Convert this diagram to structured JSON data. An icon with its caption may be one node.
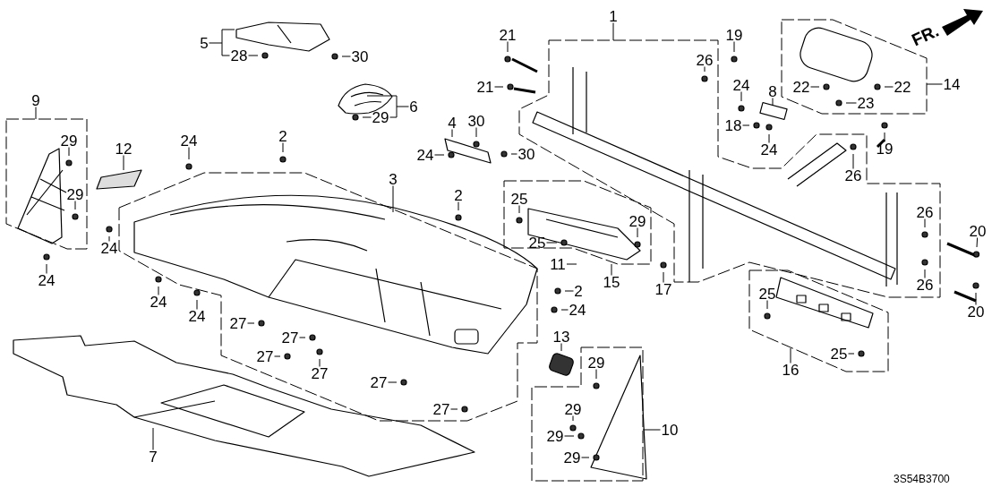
{
  "diagram": {
    "nodes": [
      {
        "text": [
          "1"
        ]
      },
      {
        "text": [
          "5"
        ]
      },
      {
        "text": [
          "19"
        ]
      },
      {
        "text": [
          "21"
        ]
      },
      {
        "text": [
          "30"
        ]
      },
      {
        "text": [
          "28"
        ]
      },
      {
        "text": [
          "26"
        ]
      },
      {
        "text": [
          "14"
        ]
      },
      {
        "text": [
          "24"
        ]
      },
      {
        "text": [
          "21"
        ]
      },
      {
        "text": [
          "22"
        ]
      },
      {
        "text": [
          "22"
        ]
      },
      {
        "text": [
          "8"
        ]
      },
      {
        "text": [
          "9"
        ]
      },
      {
        "text": [
          "23"
        ]
      },
      {
        "text": [
          "6"
        ]
      },
      {
        "text": [
          "29"
        ]
      },
      {
        "text": [
          "4"
        ]
      },
      {
        "text": [
          "30"
        ]
      },
      {
        "text": [
          "18"
        ]
      },
      {
        "text": [
          "2"
        ]
      },
      {
        "text": [
          "24"
        ]
      },
      {
        "text": [
          "29"
        ]
      },
      {
        "text": [
          "12"
        ]
      },
      {
        "text": [
          "19"
        ]
      },
      {
        "text": [
          "24"
        ]
      },
      {
        "text": [
          "24"
        ]
      },
      {
        "text": [
          "30"
        ]
      },
      {
        "text": [
          "26"
        ]
      },
      {
        "text": [
          "3"
        ]
      },
      {
        "text": [
          "2"
        ]
      },
      {
        "text": [
          "29"
        ]
      },
      {
        "text": [
          "25"
        ]
      },
      {
        "text": [
          "26"
        ]
      },
      {
        "text": [
          "29"
        ]
      },
      {
        "text": [
          "20"
        ]
      },
      {
        "text": [
          "25"
        ]
      },
      {
        "text": [
          "24"
        ]
      },
      {
        "text": [
          "11"
        ]
      },
      {
        "text": [
          "24"
        ]
      },
      {
        "text": [
          "15"
        ]
      },
      {
        "text": [
          "26"
        ]
      },
      {
        "text": [
          "17"
        ]
      },
      {
        "text": [
          "2"
        ]
      },
      {
        "text": [
          "25"
        ]
      },
      {
        "text": [
          "24"
        ]
      },
      {
        "text": [
          "24"
        ]
      },
      {
        "text": [
          "20"
        ]
      },
      {
        "text": [
          "24"
        ]
      },
      {
        "text": [
          "27"
        ]
      },
      {
        "text": [
          "13"
        ]
      },
      {
        "text": [
          "27"
        ]
      },
      {
        "text": [
          "27"
        ]
      },
      {
        "text": [
          "25"
        ]
      },
      {
        "text": [
          "29"
        ]
      },
      {
        "text": [
          "16"
        ]
      },
      {
        "text": [
          "27"
        ]
      },
      {
        "text": [
          "27"
        ]
      },
      {
        "text": [
          "27"
        ]
      },
      {
        "text": [
          "29"
        ]
      },
      {
        "text": [
          "10"
        ]
      },
      {
        "text": [
          "29"
        ]
      },
      {
        "text": [
          "7"
        ]
      },
      {
        "text": [
          "29"
        ]
      }
    ],
    "edges": [
      {
        "from": 0,
        "to": null,
        "arrow": "none"
      },
      {
        "from": 1,
        "to": 5,
        "arrow": "none"
      },
      {
        "from": 2,
        "to": null,
        "arrow": "none"
      },
      {
        "from": 3,
        "to": null,
        "arrow": "none"
      },
      {
        "from": 4,
        "to": null,
        "arrow": "none"
      },
      {
        "from": 5,
        "to": null,
        "arrow": "none"
      },
      {
        "from": 6,
        "to": null,
        "arrow": "none"
      },
      {
        "from": 7,
        "to": null,
        "arrow": "none"
      },
      {
        "from": 8,
        "to": null,
        "arrow": "none"
      },
      {
        "from": 9,
        "to": null,
        "arrow": "none"
      },
      {
        "from": 10,
        "to": null,
        "arrow": "none"
      },
      {
        "from": 11,
        "to": null,
        "arrow": "none"
      },
      {
        "from": 12,
        "to": null,
        "arrow": "none"
      },
      {
        "from": 13,
        "to": null,
        "arrow": "none"
      },
      {
        "from": 14,
        "to": null,
        "arrow": "none"
      },
      {
        "from": 15,
        "to": 16,
        "arrow": "none"
      },
      {
        "from": 16,
        "to": null,
        "arrow": "none"
      },
      {
        "from": 17,
        "to": null,
        "arrow": "none"
      },
      {
        "from": 18,
        "to": null,
        "arrow": "none"
      },
      {
        "from": 19,
        "to": null,
        "arrow": "none"
      },
      {
        "from": 20,
        "to": null,
        "arrow": "none"
      },
      {
        "from": 21,
        "to": null,
        "arrow": "none"
      },
      {
        "from": 22,
        "to": null,
        "arrow": "none"
      },
      {
        "from": 23,
        "to": null,
        "arrow": "none"
      },
      {
        "from": 24,
        "to": null,
        "arrow": "none"
      },
      {
        "from": 25,
        "to": null,
        "arrow": "none"
      },
      {
        "from": 26,
        "to": null,
        "arrow": "none"
      },
      {
        "from": 27,
        "to": null,
        "arrow": "none"
      },
      {
        "from": 28,
        "to": null,
        "arrow": "none"
      },
      {
        "from": 29,
        "to": null,
        "arrow": "none"
      },
      {
        "from": 30,
        "to": null,
        "arrow": "none"
      },
      {
        "from": 31,
        "to": null,
        "arrow": "none"
      },
      {
        "from": 32,
        "to": null,
        "arrow": "none"
      },
      {
        "from": 33,
        "to": null,
        "arrow": "none"
      },
      {
        "from": 34,
        "to": null,
        "arrow": "none"
      },
      {
        "from": 35,
        "to": null,
        "arrow": "none"
      },
      {
        "from": 36,
        "to": null,
        "arrow": "none"
      },
      {
        "from": 37,
        "to": null,
        "arrow": "none"
      },
      {
        "from": 38,
        "to": null,
        "arrow": "none"
      },
      {
        "from": 39,
        "to": null,
        "arrow": "none"
      },
      {
        "from": 40,
        "to": null,
        "arrow": "none"
      },
      {
        "from": 41,
        "to": null,
        "arrow": "none"
      },
      {
        "from": 42,
        "to": null,
        "arrow": "none"
      },
      {
        "from": 43,
        "to": null,
        "arrow": "none"
      },
      {
        "from": 44,
        "to": null,
        "arrow": "none"
      },
      {
        "from": 45,
        "to": null,
        "arrow": "none"
      },
      {
        "from": 46,
        "to": null,
        "arrow": "none"
      },
      {
        "from": 47,
        "to": null,
        "arrow": "none"
      },
      {
        "from": 48,
        "to": null,
        "arrow": "none"
      },
      {
        "from": 49,
        "to": null,
        "arrow": "none"
      },
      {
        "from": 50,
        "to": null,
        "arrow": "none"
      },
      {
        "from": 51,
        "to": null,
        "arrow": "none"
      },
      {
        "from": 52,
        "to": null,
        "arrow": "none"
      },
      {
        "from": 53,
        "to": null,
        "arrow": "none"
      },
      {
        "from": 54,
        "to": null,
        "arrow": "none"
      },
      {
        "from": 55,
        "to": null,
        "arrow": "none"
      },
      {
        "from": 56,
        "to": null,
        "arrow": "none"
      },
      {
        "from": 57,
        "to": null,
        "arrow": "none"
      },
      {
        "from": 58,
        "to": null,
        "arrow": "none"
      },
      {
        "from": 59,
        "to": null,
        "arrow": "none"
      },
      {
        "from": 60,
        "to": null,
        "arrow": "none"
      },
      {
        "from": 61,
        "to": null,
        "arrow": "none"
      },
      {
        "from": 62,
        "to": null,
        "arrow": "none"
      },
      {
        "from": 63,
        "to": null,
        "arrow": "none"
      }
    ],
    "labels": [
      "FR.",
      "3S54B3700"
    ]
  }
}
